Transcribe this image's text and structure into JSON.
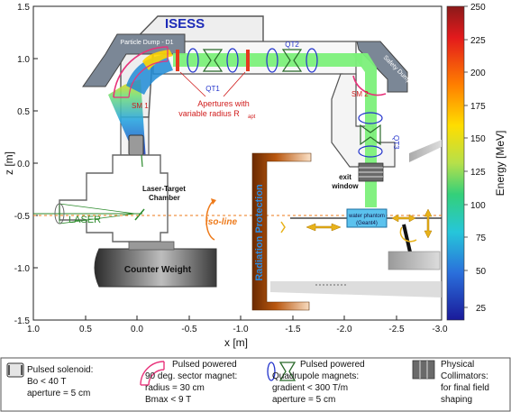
{
  "figure": {
    "title": "ISESS",
    "x_axis": {
      "label": "x [m]",
      "ticks": [
        "1.0",
        "0.5",
        "0.0",
        "-0.5",
        "-1.0",
        "-1.5",
        "-2.0",
        "-2.5",
        "-3.0"
      ]
    },
    "y_axis": {
      "label": "z [m]",
      "ticks": [
        "1.5",
        "1.0",
        "0.5",
        "0.0",
        "-0.5",
        "-1.0",
        "-1.5"
      ]
    },
    "colorbar": {
      "label": "Energy [MeV]",
      "ticks": [
        "250",
        "225",
        "200",
        "175",
        "150",
        "125",
        "100",
        "75",
        "50",
        "25"
      ]
    },
    "labels": {
      "particle_dump": "Particle Dump - D1",
      "safety_dump": "Safety Dump - D2",
      "qt1": "QT1",
      "qt2": "QT2",
      "qt3": "QT3",
      "sm1": "SM 1",
      "sm2": "SM 2",
      "apertures_line1": "Apertures with",
      "apertures_line2": "variable radius R",
      "apertures_sub": "apt",
      "laser_target_chamber_1": "Laser-Target",
      "laser_target_chamber_2": "Chamber",
      "laser": "LASER",
      "iso_line": "iso-line",
      "radiation_protection": "Radiation Protection",
      "exit_window_1": "exit",
      "exit_window_2": "window",
      "water_phantom_1": "water phantom",
      "water_phantom_2": "(Geant4)",
      "counter_weight": "Counter Weight"
    },
    "colors": {
      "magnet_magenta": "#e8327a",
      "quad_blue": "#2233cc",
      "aperture_red": "#e63a1f",
      "beam_green": "#7cf07a",
      "gantry_gray": "#7b8796",
      "shield_brown": "#8a3a06",
      "annotation_red": "#d01c1c"
    }
  },
  "legend": [
    {
      "icon": "solenoid-icon",
      "lines": [
        "Pulsed solenoid:",
        "Bo < 40 T",
        "aperture = 5 cm"
      ]
    },
    {
      "icon": "sector-magnet-icon",
      "lines": [
        "Pulsed powered",
        "90 deg. sector magnet:",
        "radius = 30 cm",
        "Bmax < 9 T"
      ]
    },
    {
      "icon": "quadrupole-icon",
      "lines": [
        "Pulsed powered",
        "Quadrupole magnets:",
        "gradient < 300 T/m",
        "aperture = 5 cm"
      ]
    },
    {
      "icon": "collimator-icon",
      "lines": [
        "Physical",
        "Collimators:",
        "for final field",
        "shaping"
      ]
    }
  ]
}
